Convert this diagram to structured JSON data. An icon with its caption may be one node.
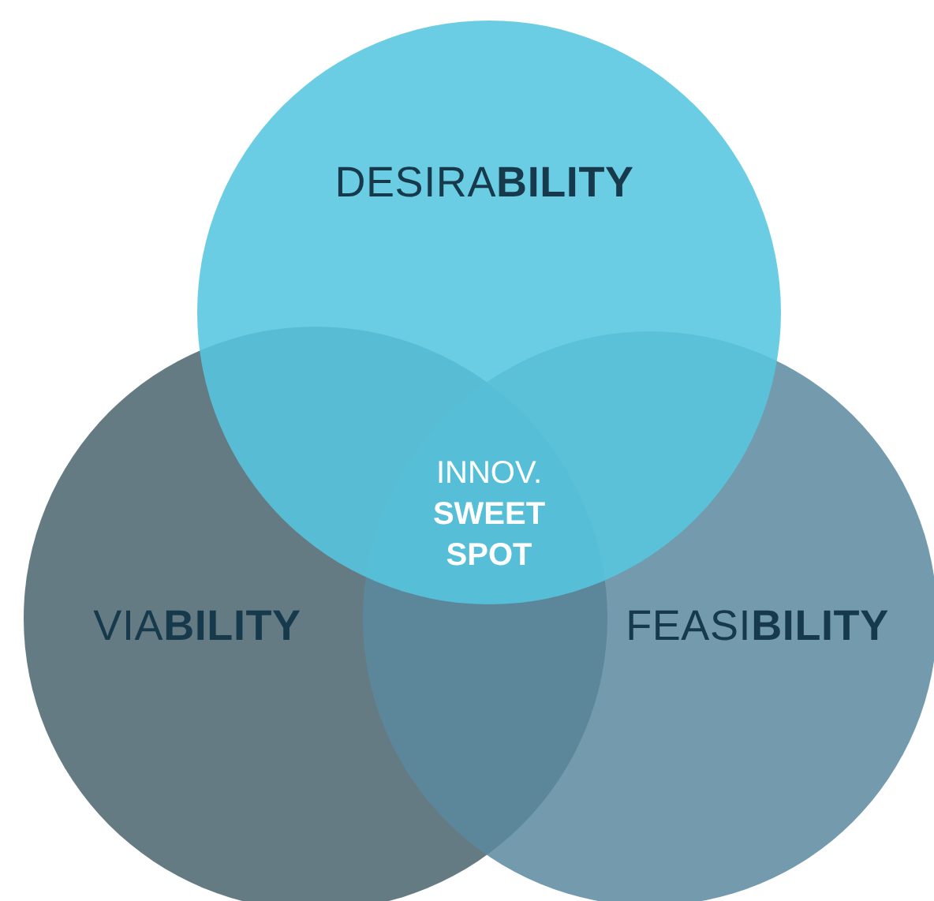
{
  "diagram": {
    "nodes": [
      {
        "text": [
          "DESIRA**BILITY**"
        ]
      },
      {
        "text": [
          "VIA**BILITY**"
        ]
      },
      {
        "text": [
          "FEASI**BILITY**"
        ]
      }
    ],
    "edges": [],
    "labels": [
      "INNOV. **SWEET SPOT**"
    ]
  }
}
